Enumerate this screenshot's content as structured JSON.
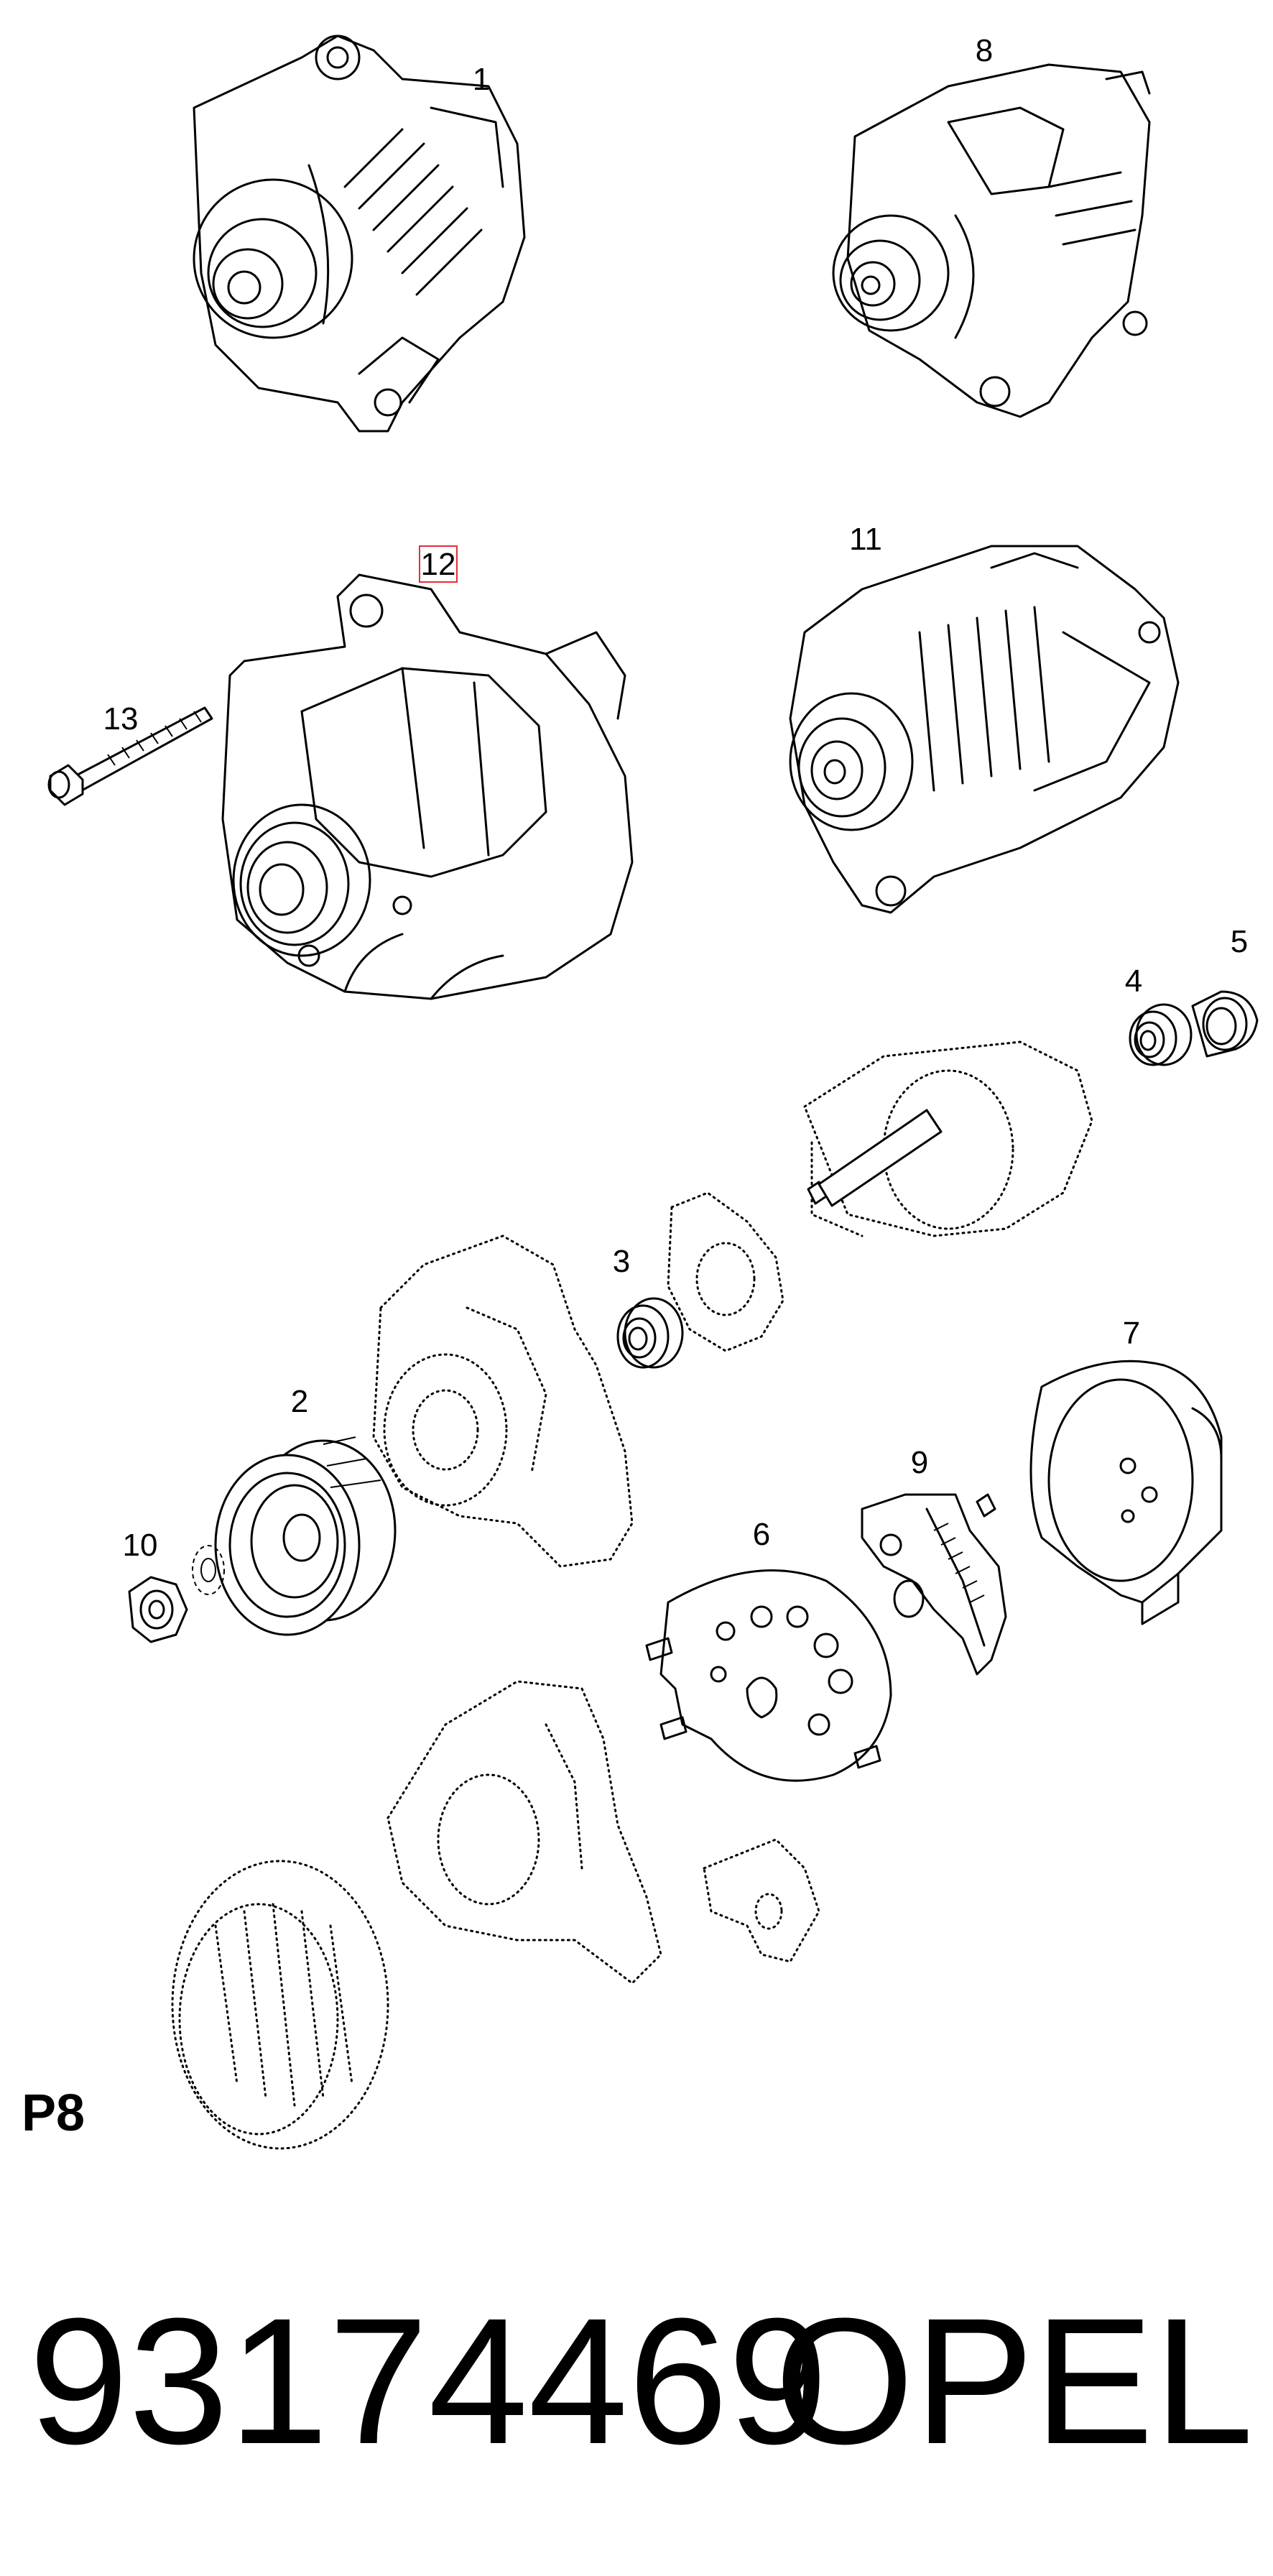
{
  "diagram": {
    "callouts": {
      "c1": "1",
      "c2": "2",
      "c3": "3",
      "c4": "4",
      "c5": "5",
      "c6": "6",
      "c7": "7",
      "c8": "8",
      "c9": "9",
      "c10": "10",
      "c11": "11",
      "c12": "12",
      "c13": "13"
    },
    "highlighted_callout": "12",
    "highlight_color": "#e0303a",
    "page_code": "P8"
  },
  "footer": {
    "part_number": "93174469",
    "brand": "OPEL"
  }
}
